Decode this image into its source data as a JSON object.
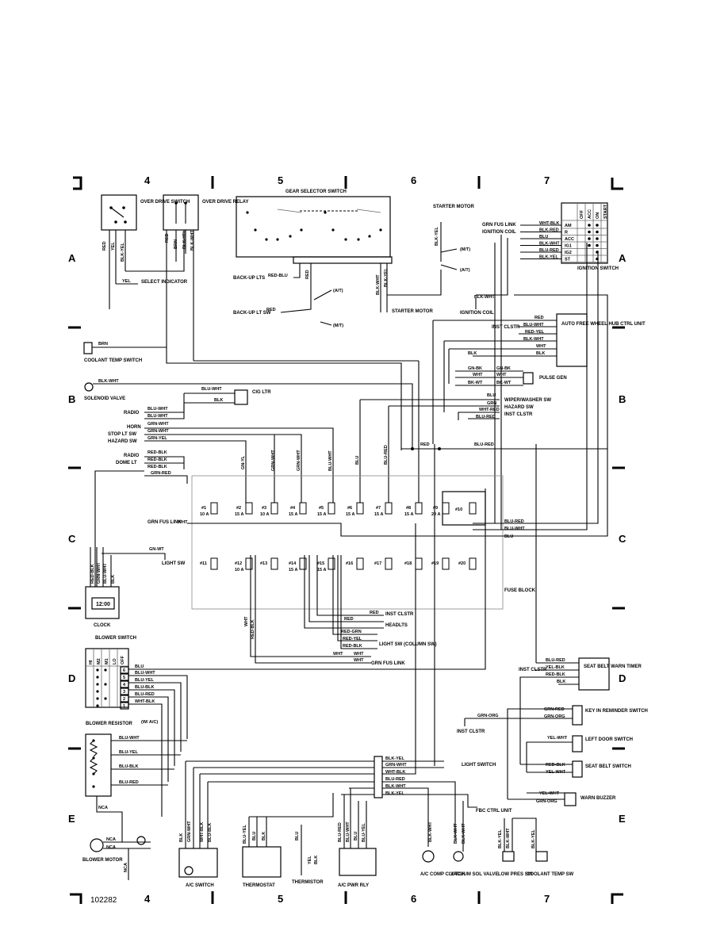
{
  "grid": {
    "columns": [
      "4",
      "5",
      "6",
      "7"
    ],
    "rows": [
      "A",
      "B",
      "C",
      "D",
      "E"
    ],
    "doc_number": "102282"
  },
  "components": {
    "over_drive_switch": "OVER DRIVE SWITCH",
    "over_drive_relay": "OVER DRIVE RELAY",
    "gear_selector_switch": "GEAR SELECTOR SWITCH",
    "starter_motor_top": "STARTER MOTOR",
    "starter_motor": "STARTER MOTOR",
    "ignition_switch": "IGNITION SWITCH",
    "ignition_coil": "IGNITION COIL",
    "select_indicator": "SELECT INDICATOR",
    "backup_lts": "BACK-UP LTS",
    "backup_lt_sw": "BACK-UP LT SW",
    "coolant_temp_switch": "COOLANT TEMP SWITCH",
    "solenoid_valve": "SOLENOID VALVE",
    "cig_ltr": "CIG LTR",
    "inst_clstr": "INST CLSTR",
    "auto_free_wheel": "AUTO FREE WHEEL HUB CTRL UNIT",
    "pulse_gen": "PULSE GEN",
    "wiper_washer_sw": "WIPER/WASHER SW",
    "hazard_sw": "HAZARD SW",
    "inst_clstr_b": "INST CLSTR",
    "radio": "RADIO",
    "horn": "HORN",
    "stop_lt_sw": "STOP LT SW",
    "hazard_sw_left": "HAZARD SW",
    "radio2": "RADIO",
    "dome_lt": "DOME LT",
    "grn_fus_link": "GRN FUS LINK",
    "light_sw": "LIGHT SW",
    "clock": "CLOCK",
    "clock_display": "12:00",
    "fuse_block": "FUSE BLOCK",
    "inst_clstr_c": "INST CLSTR",
    "headlts": "HEADLTS",
    "light_sw_column": "LIGHT SW (COLUMN SW)",
    "grn_fus_link_c": "GRN FUS LINK",
    "blower_switch": "BLOWER SWITCH",
    "blower_resistor": "BLOWER RESISTOR",
    "with_ac": "(W/ A/C)",
    "seat_belt_warn_timer": "SEAT BELT WARN TIMER",
    "inst_clstr_d": "INST CLSTR",
    "key_in_reminder": "KEY IN REMINDER SWITCH",
    "inst_clstr_e": "INST CLSTR",
    "left_door_switch": "LEFT DOOR SWITCH",
    "seat_belt_switch": "SEAT BELT SWITCH",
    "warn_buzzer": "WARN BUZZER",
    "light_switch_e": "LIGHT SWITCH",
    "fbc_ctrl_unit": "FBC CTRL UNIT",
    "blower_motor": "BLOWER MOTOR",
    "ac_switch": "A/C SWITCH",
    "thermostat": "THERMOSTAT",
    "thermistor": "THERMISTOR",
    "ac_pwr_rly": "A/C PWR RLY",
    "ac_comp_clutch": "A/C COMP CLUTCH",
    "vacuum_sol_valve": "VACUUM SOL VALVE",
    "low_pres_sw": "LOW PRES SW",
    "coolant_temp_sw": "COOLANT TEMP SW",
    "mt": "(M/T)",
    "at": "(A/T)"
  },
  "ignition_switch_table": {
    "headers": [
      "OFF",
      "ACC",
      "ON",
      "START"
    ],
    "rows": [
      {
        "wire": "WHT-BLK",
        "term": "AM",
        "source": "GRN FUS LINK"
      },
      {
        "wire": "BLK-RED",
        "term": "R",
        "source": "IGNITION COIL"
      },
      {
        "wire": "BLU",
        "term": "ACC",
        "source": ""
      },
      {
        "wire": "BLK-WHT",
        "term": "IG1",
        "source": ""
      },
      {
        "wire": "BLU-RED",
        "term": "IG2",
        "source": ""
      },
      {
        "wire": "BLK-YEL",
        "term": "ST",
        "source": ""
      }
    ]
  },
  "blower_switch_headers": [
    "HI",
    "M2",
    "M1",
    "LO",
    "OFF"
  ],
  "blower_terms": [
    "6",
    "5",
    "4",
    "3",
    "2",
    "1"
  ],
  "fuses_top": [
    {
      "id": "#1",
      "rating": "10 A"
    },
    {
      "id": "#2",
      "rating": "15 A"
    },
    {
      "id": "#3",
      "rating": "10 A"
    },
    {
      "id": "#4",
      "rating": "15 A"
    },
    {
      "id": "#5",
      "rating": "15 A"
    },
    {
      "id": "#6",
      "rating": "15 A"
    },
    {
      "id": "#7",
      "rating": "15 A"
    },
    {
      "id": "#8",
      "rating": "15 A"
    },
    {
      "id": "#9",
      "rating": "20 A"
    },
    {
      "id": "#10",
      "rating": ""
    }
  ],
  "fuses_bottom": [
    {
      "id": "#11",
      "rating": ""
    },
    {
      "id": "#12",
      "rating": "10 A"
    },
    {
      "id": "#13",
      "rating": ""
    },
    {
      "id": "#14",
      "rating": "15 A"
    },
    {
      "id": "#15",
      "rating": "15 A"
    },
    {
      "id": "#16",
      "rating": ""
    },
    {
      "id": "#17",
      "rating": ""
    },
    {
      "id": "#18",
      "rating": ""
    },
    {
      "id": "#19",
      "rating": ""
    },
    {
      "id": "#20",
      "rating": ""
    }
  ],
  "wires": {
    "red": "RED",
    "yel": "YEL",
    "blk_yel": "BLK-YEL",
    "brn": "BRN",
    "blk_wht": "BLK-WHT",
    "blu_wht": "BLU-WHT",
    "red_blu": "RED-BLU",
    "blk_yel_2": "BLK-YEL",
    "blk_wht_2": "BLK-WHT",
    "blu": "BLU",
    "red_yel": "RED-YEL",
    "wht": "WHT",
    "blk": "BLK",
    "gn_bk": "GN-BK",
    "bk_wt": "BK-WT",
    "grn": "GRN",
    "wht_red": "WHT-RED",
    "blu_red": "BLU-RED",
    "grn_wht": "GRN-WHT",
    "grn_yel": "GRN-YEL",
    "red_blk": "RED-BLK",
    "grn_red": "GRN-RED",
    "gn_yl": "GN-YL",
    "blu_wht_v": "BLU-WHT",
    "grn_wht_v": "GRN-WHT",
    "blu_red_v": "BLU-RED",
    "blu_wht_c": "BLU-WHT",
    "gn_wt": "GN-WT",
    "red_blk_v": "RED-BLK",
    "grn_wht_c": "GRN-WHT",
    "blu_wht_cl": "BLU-WHT",
    "blk_cl": "BLK",
    "red_grn": "RED-GRN",
    "blu_yel": "BLU-YEL",
    "blu_blk": "BLU-BLK",
    "wht_blk": "WHT-BLK",
    "yel_blk": "YEL-BLK",
    "grn_org": "GRN-ORG",
    "yel_wht": "YEL-WHT",
    "nca": "NCA",
    "blk_red": "BLK-RED",
    "wht_blk_v": "WHT-BLK",
    "blu_blk_v": "BLU-BLK",
    "blu_yel_v": "BLU-YEL",
    "blu_red_e": "BLU-RED",
    "blk_wht_e": "BLK-WHT",
    "bk_yel": "BK-YEL",
    "bk_wht": "BK-WHT",
    "blk_yel_v": "BLK-YEL",
    "yel_v": "YEL",
    "blk_v": "BLK",
    "blu_v": "BLU",
    "blk_wht_lp": "BLK-WHT",
    "blk_yel_lp": "BLK-YEL"
  }
}
